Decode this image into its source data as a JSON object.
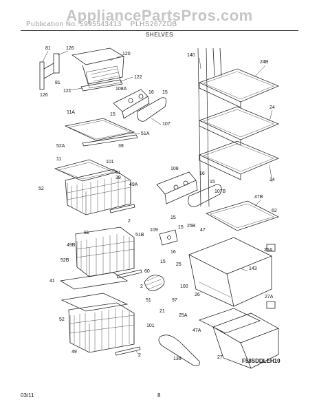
{
  "watermark": "AppliancePartsPros.com",
  "header": {
    "publication": "Publication No. 5995543413",
    "model": "PLHS267ZDB",
    "section": "SHELVES"
  },
  "footer": {
    "date": "03/11",
    "page": "8"
  },
  "diagram_code": "F58SDDLEH10",
  "callouts": [
    "81",
    "126",
    "120",
    "81",
    "126",
    "121",
    "122",
    "108A",
    "16",
    "15",
    "15",
    "107",
    "11A",
    "51A",
    "52A",
    "39",
    "11",
    "101",
    "51",
    "39",
    "52",
    "49A",
    "2",
    "108",
    "16",
    "15",
    "107B",
    "15",
    "109",
    "15",
    "25B",
    "16",
    "47",
    "47B",
    "62",
    "81",
    "51B",
    "49B",
    "52B",
    "2",
    "60",
    "41",
    "26A",
    "143",
    "25",
    "15",
    "100",
    "26",
    "51",
    "97",
    "21",
    "27A",
    "52",
    "101",
    "25A",
    "47A",
    "27",
    "49",
    "2",
    "136",
    "140",
    "24B",
    "24",
    "24"
  ]
}
